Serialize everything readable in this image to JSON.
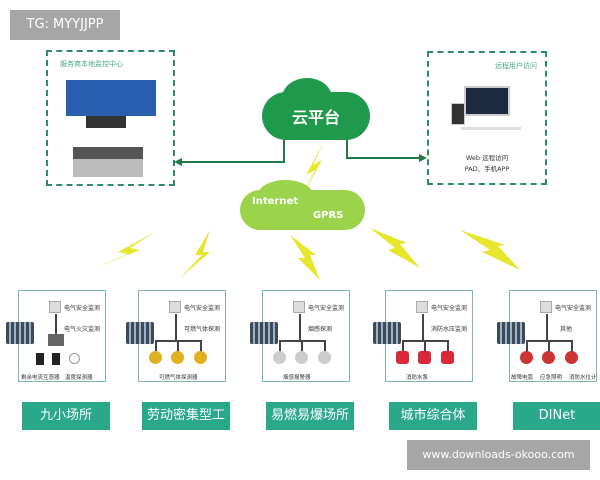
{
  "badge": "TG: MYYJJPP",
  "watermark": "www.downloads-okooo.com",
  "local_center": {
    "title": "服务商本地监控中心"
  },
  "remote": {
    "title": "远程用户访问",
    "line1": "Web 远程访问",
    "line2": "PAD、手机APP"
  },
  "cloud": {
    "label": "云平台"
  },
  "network": {
    "internet": "Internet",
    "gprs": "GPRS"
  },
  "colors": {
    "dark_green": "#1f9a4d",
    "light_green": "#9bd44a",
    "teal": "#2aa98a",
    "bolt": "#e6e62a"
  },
  "panels": [
    {
      "top": "电气安全监测",
      "mid": "电气火灾监测",
      "bottom": [
        "剩余电流互感器",
        "温度探测器"
      ],
      "label": "九小场所"
    },
    {
      "top": "电气安全监测",
      "mid": "可燃气体探测",
      "bottom": [
        "可燃气体探测器"
      ],
      "label": "劳动密集型工厂"
    },
    {
      "top": "电气安全监测",
      "mid": "烟感探测",
      "bottom": [
        "烟感报警器"
      ],
      "label": "易燃易爆场所"
    },
    {
      "top": "电气安全监测",
      "mid": "消防水压监测",
      "bottom": [
        "消防水泵"
      ],
      "label": "城市综合体"
    },
    {
      "top": "电气安全监测",
      "mid": "其他",
      "bottom": [
        "故障电弧",
        "应急照明",
        "消防水位计"
      ],
      "label": "DINet"
    }
  ]
}
